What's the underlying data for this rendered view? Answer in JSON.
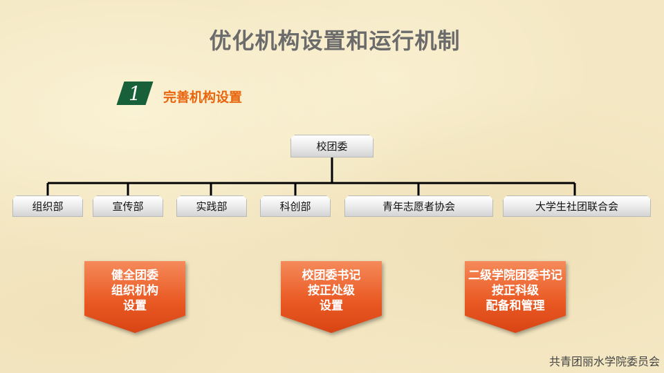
{
  "title": "优化机构设置和运行机制",
  "section": {
    "number": "1",
    "title": "完善机构设置"
  },
  "org_chart": {
    "root": "校团委",
    "children": [
      "组织部",
      "宣传部",
      "实践部",
      "科创部",
      "青年志愿者协会",
      "大学生社团联合会"
    ]
  },
  "callouts": [
    {
      "lines": [
        "健全团委",
        "组织机构",
        "设置"
      ]
    },
    {
      "lines": [
        "校团委书记",
        "按正处级",
        "设置"
      ]
    },
    {
      "lines": [
        "二级学院团委书记",
        "按正科级",
        "配备和管理"
      ]
    }
  ],
  "footer": "共青团丽水学院委员会",
  "colors": {
    "badge": "#17603a",
    "section_title": "#e8650d",
    "callout": "#ea5a24",
    "title": "#6b6b6b"
  }
}
